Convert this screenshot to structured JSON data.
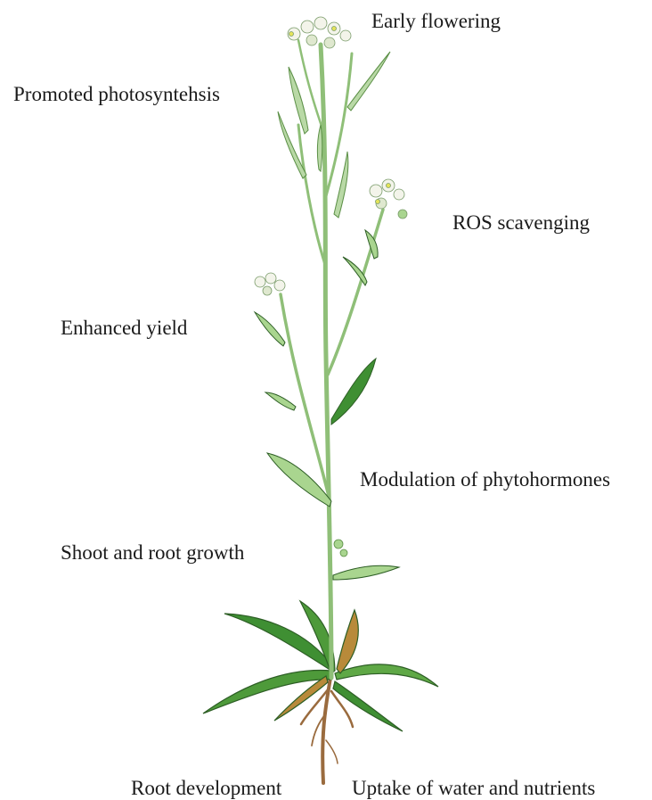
{
  "labels": {
    "early_flowering": "Early flowering",
    "promoted_photosynthesis": "Promoted photosyntehsis",
    "ros_scavenging": "ROS scavenging",
    "enhanced_yield": "Enhanced yield",
    "modulation_phytohormones": "Modulation of phytohormones",
    "shoot_root_growth": "Shoot and root growth",
    "root_development": "Root development",
    "uptake_water_nutrients": "Uptake of water and nutrients"
  },
  "colors": {
    "stem": "#b9d9a6",
    "stem_outline": "#6f9a5c",
    "leaf_dark": "#3f8f33",
    "leaf_light": "#a9d58f",
    "rosette_leaf": "#4e9a3a",
    "withered_leaf": "#b88a3a",
    "root": "#9a6b3e",
    "flower": "#f3f4ea",
    "flower_center": "#e4e35a"
  }
}
